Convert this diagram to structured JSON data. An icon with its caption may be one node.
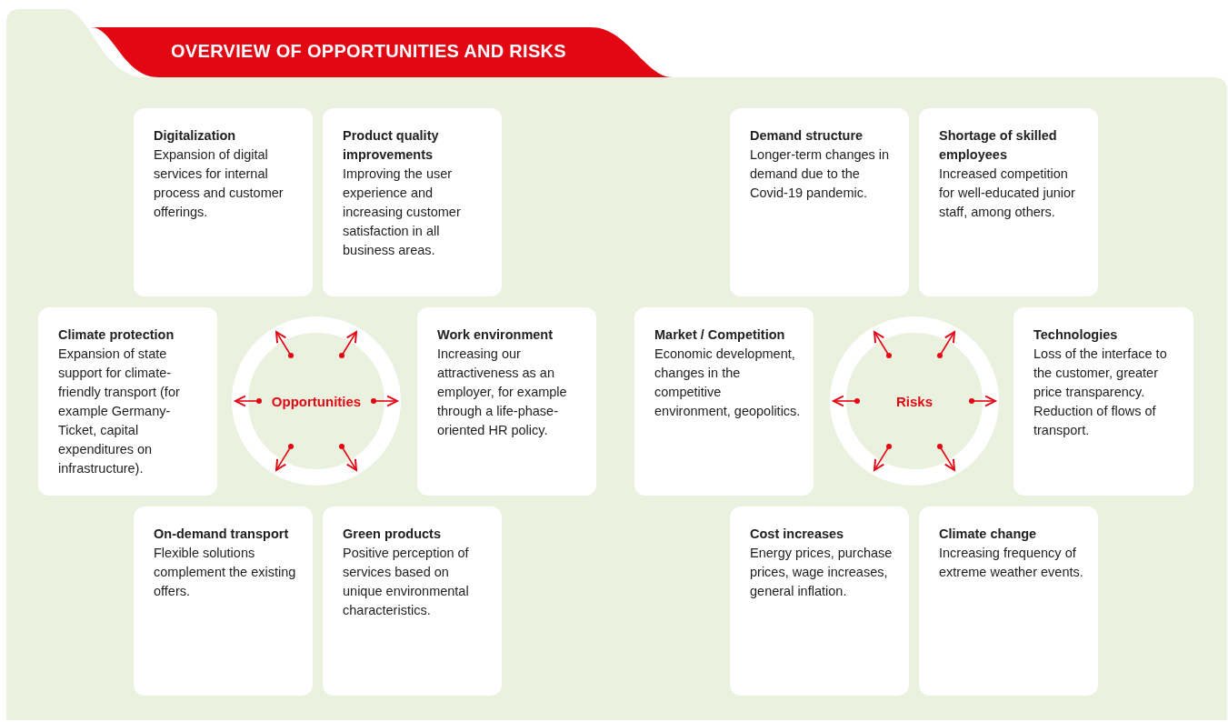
{
  "diagram": {
    "title": "OVERVIEW OF OPPORTUNITIES AND RISKS",
    "nodes": [
      {
        "text": [
          "Digitalization",
          "Expansion of digital services for internal process and customer offerings."
        ]
      },
      {
        "text": [
          "Product quality improvements",
          "Improving the user experience and increasing customer satisfaction in all business areas."
        ]
      },
      {
        "text": [
          "Climate protection",
          "Expansion of state support for climate-friendly transport (for example Germany-Ticket, capital expenditures on infrastructure)."
        ]
      },
      {
        "text": [
          "Opportunities"
        ]
      },
      {
        "text": [
          "Work environment",
          "Increasing our attractiveness as an employer, for example through a life-phase-oriented HR policy."
        ]
      },
      {
        "text": [
          "On-demand transport",
          "Flexible solutions complement the existing offers."
        ]
      },
      {
        "text": [
          "Green products",
          "Positive perception of services based on unique environmental characteristics."
        ]
      },
      {
        "text": [
          "Demand structure",
          "Longer-term changes in demand due to the Covid-19 pandemic."
        ]
      },
      {
        "text": [
          "Shortage of skilled employees",
          "Increased competition for well-educated junior staff, among others."
        ]
      },
      {
        "text": [
          "Market / Competition",
          "Economic development, changes in the competitive environment, geopolitics."
        ]
      },
      {
        "text": [
          "Risks"
        ]
      },
      {
        "text": [
          "Technologies",
          "Loss of the interface to the customer, greater price transparency. Reduction of flows of transport."
        ]
      },
      {
        "text": [
          "Cost increases",
          "Energy prices, purchase prices, wage increases, general inflation."
        ]
      },
      {
        "text": [
          "Climate change",
          "Increasing frequency of extreme weather events."
        ]
      }
    ],
    "edges": [
      {
        "from": 3,
        "to": null,
        "arrow": "to"
      },
      {
        "from": 3,
        "to": null,
        "arrow": "to"
      },
      {
        "from": 3,
        "to": null,
        "arrow": "to"
      },
      {
        "from": 3,
        "to": null,
        "arrow": "to"
      },
      {
        "from": 3,
        "to": null,
        "arrow": "to"
      },
      {
        "from": 3,
        "to": null,
        "arrow": "to"
      },
      {
        "from": 10,
        "to": null,
        "arrow": "to"
      },
      {
        "from": 10,
        "to": null,
        "arrow": "to"
      },
      {
        "from": 10,
        "to": null,
        "arrow": "to"
      },
      {
        "from": 10,
        "to": null,
        "arrow": "to"
      },
      {
        "from": 10,
        "to": null,
        "arrow": "to"
      },
      {
        "from": 10,
        "to": null,
        "arrow": "to"
      }
    ]
  }
}
